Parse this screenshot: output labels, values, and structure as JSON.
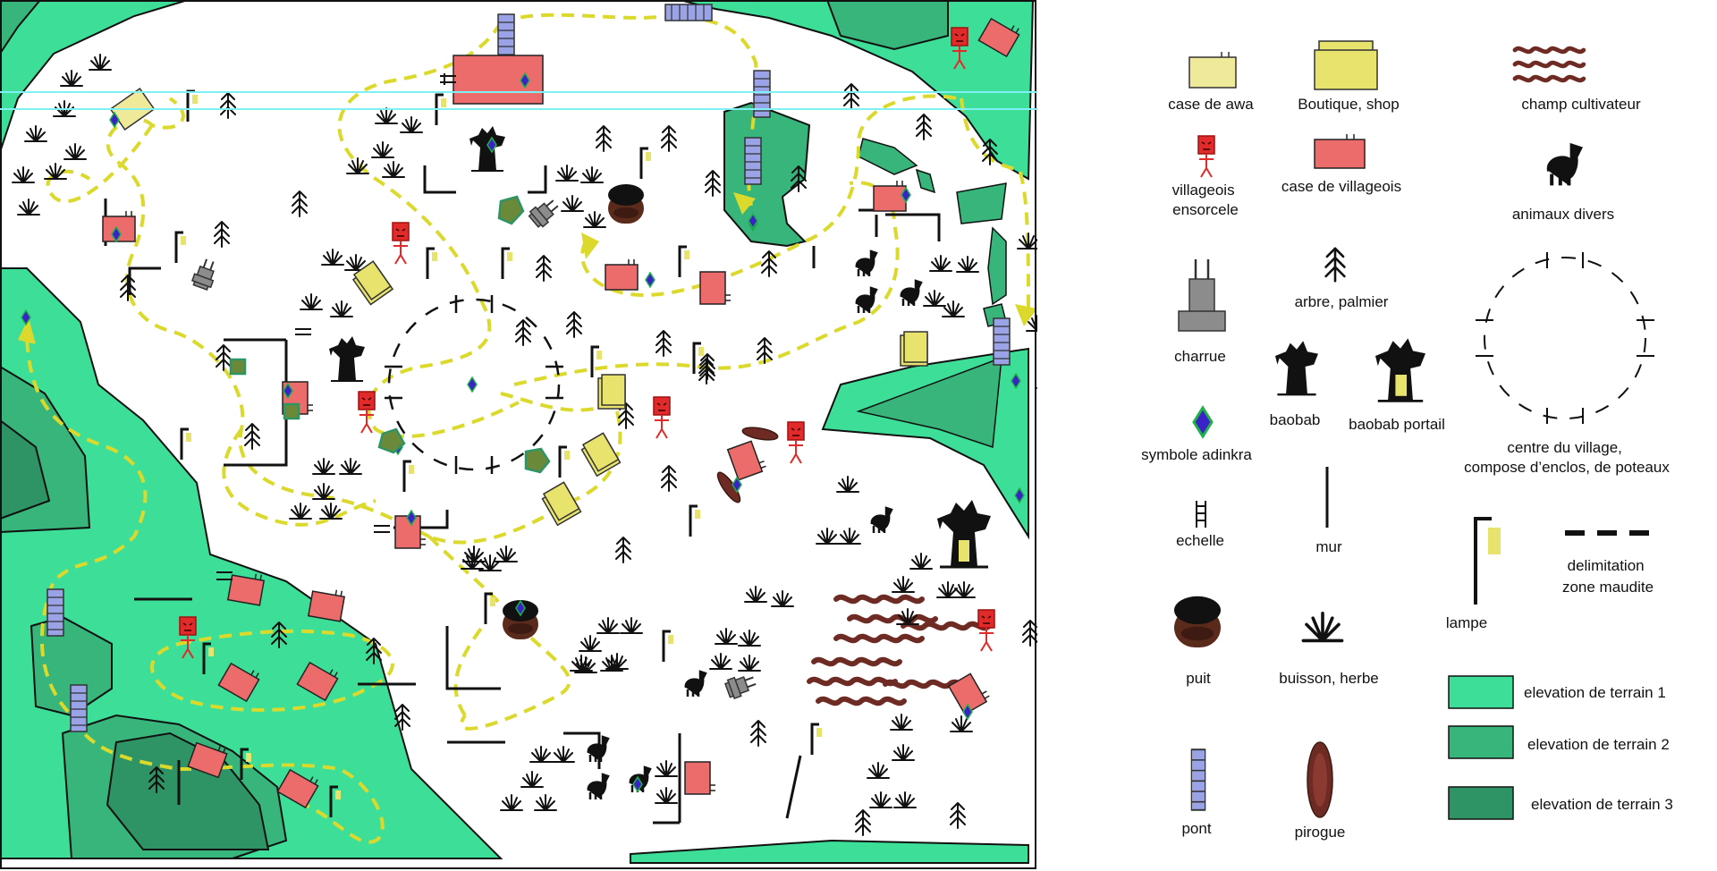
{
  "map": {
    "colors": {
      "terrain1": "#3ddf98",
      "terrain2": "#37b57a",
      "terrain3": "#2f9465",
      "house": "#ec6b6b",
      "awa": "#eeea9a",
      "shop": "#e8e36c",
      "path": "#dbd92c",
      "villager": "#e12a2a",
      "bridge": "#9aa3e6",
      "plough": "#8c8c8c",
      "well": "#3d1a12",
      "field": "#6e2b24",
      "adinkra": "#3a22c8",
      "guide": "#7ff0f4"
    }
  },
  "legend": {
    "items": [
      {
        "id": "case-awa",
        "label": "case de awa",
        "icon": "awa-hut-icon"
      },
      {
        "id": "boutique",
        "label": "Boutique, shop",
        "icon": "shop-icon"
      },
      {
        "id": "champ",
        "label": "champ cultivateur",
        "icon": "field-icon"
      },
      {
        "id": "ensorcele",
        "label": "villageois\nensorcele",
        "icon": "bewitched-villager-icon"
      },
      {
        "id": "case-villageois",
        "label": "case de villageois",
        "icon": "villager-hut-icon"
      },
      {
        "id": "animaux",
        "label": "animaux divers",
        "icon": "animal-icon"
      },
      {
        "id": "charrue",
        "label": "charrue",
        "icon": "plough-icon"
      },
      {
        "id": "arbre",
        "label": "arbre, palmier",
        "icon": "tree-icon"
      },
      {
        "id": "centre",
        "label": "centre du village,\ncompose d’enclos, de poteaux",
        "icon": "village-center-icon"
      },
      {
        "id": "baobab",
        "label": "baobab",
        "icon": "baobab-icon"
      },
      {
        "id": "baobab-portail",
        "label": "baobab portail",
        "icon": "baobab-portal-icon"
      },
      {
        "id": "adinkra",
        "label": "symbole adinkra",
        "icon": "adinkra-icon"
      },
      {
        "id": "echelle",
        "label": "echelle",
        "icon": "ladder-icon"
      },
      {
        "id": "mur",
        "label": "mur",
        "icon": "wall-icon"
      },
      {
        "id": "lampe",
        "label": "lampe",
        "icon": "lamp-icon"
      },
      {
        "id": "delimitation",
        "label": "delimitation\nzone maudite",
        "icon": "cursed-zone-line-icon"
      },
      {
        "id": "puit",
        "label": "puit",
        "icon": "well-icon"
      },
      {
        "id": "buisson",
        "label": "buisson, herbe",
        "icon": "bush-icon"
      },
      {
        "id": "terrain1",
        "label": "elevation de terrain 1",
        "icon": "terrain1-swatch"
      },
      {
        "id": "terrain2",
        "label": "elevation de terrain 2",
        "icon": "terrain2-swatch"
      },
      {
        "id": "terrain3",
        "label": "elevation de terrain 3",
        "icon": "terrain3-swatch"
      },
      {
        "id": "pont",
        "label": "pont",
        "icon": "bridge-icon"
      },
      {
        "id": "pirogue",
        "label": "pirogue",
        "icon": "canoe-icon"
      }
    ]
  }
}
